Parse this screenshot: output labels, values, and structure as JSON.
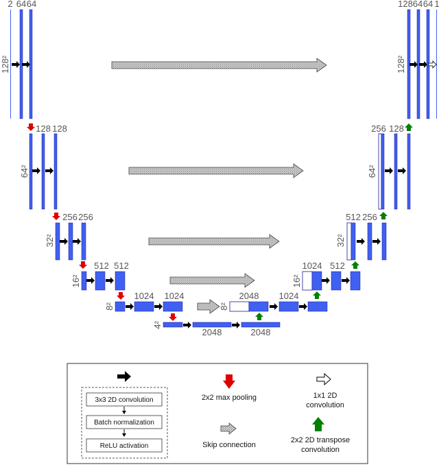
{
  "colors": {
    "block_fill": "#4060f0",
    "block_stroke": "#1a1a9a",
    "maxpool": "#e00000",
    "upconv": "#008000",
    "skip_fill": "#bbbbbb",
    "label": "#555555"
  },
  "labels": {
    "l1_channels": [
      "2",
      "64",
      "64"
    ],
    "r1_channels": [
      "128",
      "64",
      "64",
      "1"
    ],
    "l1_size": "128²",
    "r1_size": "128²",
    "l2_channels": [
      "128",
      "128"
    ],
    "r2_channels": [
      "256",
      "128"
    ],
    "l2_size": "64²",
    "r2_size": "64²",
    "l3_channels": [
      "256",
      "256"
    ],
    "r3_channels": [
      "512",
      "256"
    ],
    "l3_size": "32²",
    "r3_size": "32²",
    "l4_channels": [
      "512",
      "512"
    ],
    "r4_channels": [
      "1024",
      "512"
    ],
    "l4_size": "16²",
    "r4_size": "16²",
    "l5_channels": [
      "1024",
      "1024"
    ],
    "r5_channels": [
      "2048",
      "1024"
    ],
    "l5_size": "8²",
    "r5_size": "8²",
    "b_channels": [
      "2048",
      "2048"
    ],
    "b_size": "4²"
  },
  "legend": {
    "conv_steps": [
      "3x3 2D convolution",
      "Batch normalization",
      "ReLU activation"
    ],
    "maxpool": "2x2 max pooling",
    "skip": "Skip connection",
    "conv1x1": [
      "1x1 2D",
      "convolution"
    ],
    "upconv": [
      "2x2 2D transpose",
      "convolution"
    ]
  },
  "icons": {
    "conv": "black-right-arrow-icon",
    "maxpool": "red-down-arrow-icon",
    "upconv": "green-up-arrow-icon",
    "skip": "gray-skip-arrow-icon",
    "conv1x1": "white-right-arrow-icon"
  }
}
